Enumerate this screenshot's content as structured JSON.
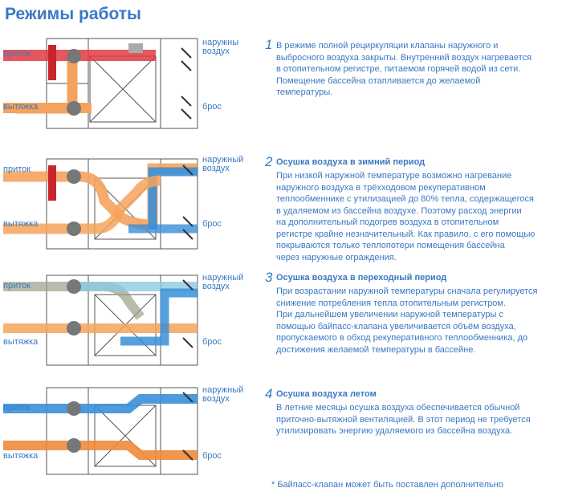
{
  "page": {
    "title": "Режимы работы",
    "footnote": "* Байпасс-клапан может быть поставлен дополнительно"
  },
  "colors": {
    "accent": "#3a78c3",
    "supply_red": "#e03a3f",
    "supply_orange": "#f4a35c",
    "exhaust_orange": "#f08a3c",
    "outdoor_blue": "#3a8fd8",
    "grey": "#9aa0a6"
  },
  "diagrams": [
    {
      "labels": {
        "supply": "приток",
        "exhaust": "вытяжка",
        "outdoor": "наружны воздух",
        "discharge": "брос"
      },
      "icons": [
        "fan-icon",
        "damper-icon",
        "heat-exchanger-icon"
      ]
    },
    {
      "labels": {
        "supply": "приток",
        "exhaust": "вытяжка",
        "outdoor": "наружный воздух",
        "discharge": "брос"
      },
      "icons": [
        "fan-icon",
        "damper-icon",
        "heat-exchanger-icon"
      ]
    },
    {
      "labels": {
        "supply": "приток",
        "exhaust": "вытяжка",
        "outdoor": "наружный воздух",
        "discharge": "брос"
      },
      "icons": [
        "fan-icon",
        "damper-icon",
        "heat-exchanger-icon"
      ]
    },
    {
      "labels": {
        "supply": "приток",
        "exhaust": "вытяжка",
        "outdoor": "наружный воздух",
        "discharge": "брос"
      },
      "icons": [
        "fan-icon",
        "damper-icon",
        "heat-exchanger-icon"
      ]
    }
  ],
  "modes": [
    {
      "number": "1",
      "heading": "",
      "lines": [
        "В режиме полной рециркуляции клапаны наружного и",
        "выбросного воздуха закрыты. Внутренний воздух нагревается",
        "в отопительном регистре, питаемом горячей водой из сети.",
        "Помещение бассейна отапливается до желаемой",
        "температуры."
      ]
    },
    {
      "number": "2",
      "heading": "Осушка воздуха в зимний период",
      "lines": [
        "При низкой наружной температуре возможно нагревание",
        "наружного воздуха в трёхходовом рекуперативном",
        "теплообменнике с утилизацией до 80% тепла, содержащегося",
        "в удаляемом из бассейна воздухе. Поэтому расход энергии",
        "на дополнительный подогрев воздуха в отопительном",
        "регистре крайне незначительный. Как правило, с его помощью",
        "покрываются только теплопотери помещения бассейна",
        "через наружные ограждения."
      ]
    },
    {
      "number": "3",
      "heading": "Осушка воздуха в переходный период",
      "lines": [
        "При возрастании наружной температуры сначала регулируется",
        "снижение потребления тепла отопительным регистром.",
        "При дальнейшем увеличении наружной температуры с",
        "помощью байпасс-клапана увеличивается объём воздуха,",
        "пропускаемого в обход рекуперативного теплообменника, до",
        "достижения желаемой температуры в бассейне."
      ]
    },
    {
      "number": "4",
      "heading": "Осушка воздуха летом",
      "lines": [
        "В летние месяцы осушка воздуха обеспечивается обычной",
        "приточно-вытяжной вентиляцией. В этот период не требуется",
        "утилизировать энергию удаляемого из бассейна воздуха."
      ]
    }
  ]
}
